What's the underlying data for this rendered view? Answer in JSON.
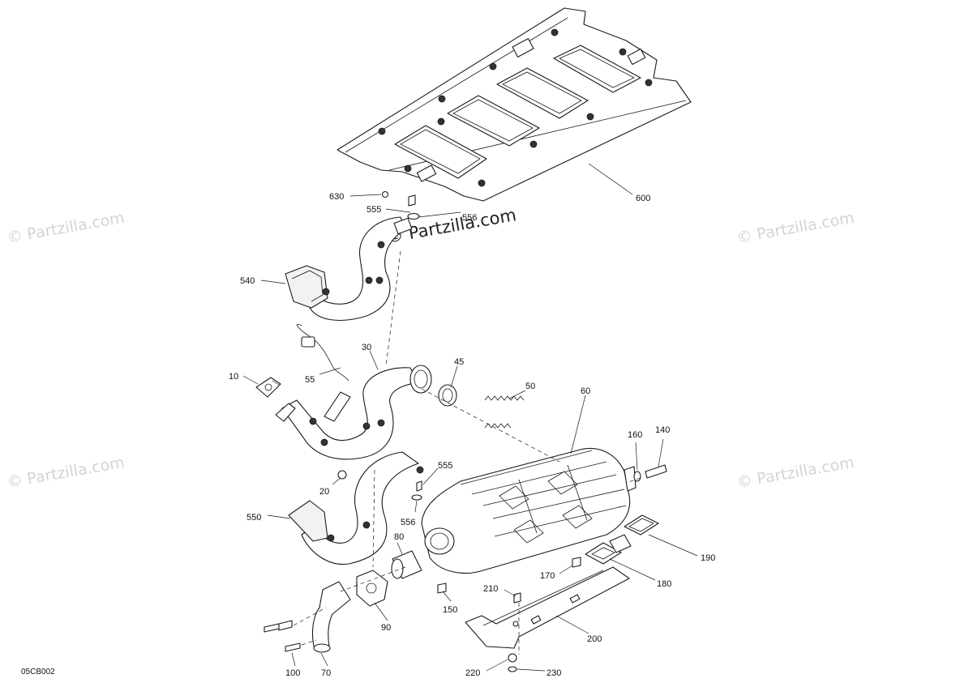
{
  "diagram": {
    "watermarks": [
      "© Partzilla.com",
      "© Partzilla.com",
      "© Partzilla.com",
      "© Partzilla.com",
      "© Partzilla.com"
    ],
    "reference_code": "05CB002",
    "callouts": [
      "10",
      "20",
      "30",
      "45",
      "50",
      "55",
      "60",
      "70",
      "80",
      "90",
      "100",
      "140",
      "150",
      "160",
      "170",
      "180",
      "190",
      "200",
      "210",
      "220",
      "230",
      "540",
      "550",
      "555",
      "556",
      "555",
      "556",
      "600",
      "630"
    ]
  }
}
